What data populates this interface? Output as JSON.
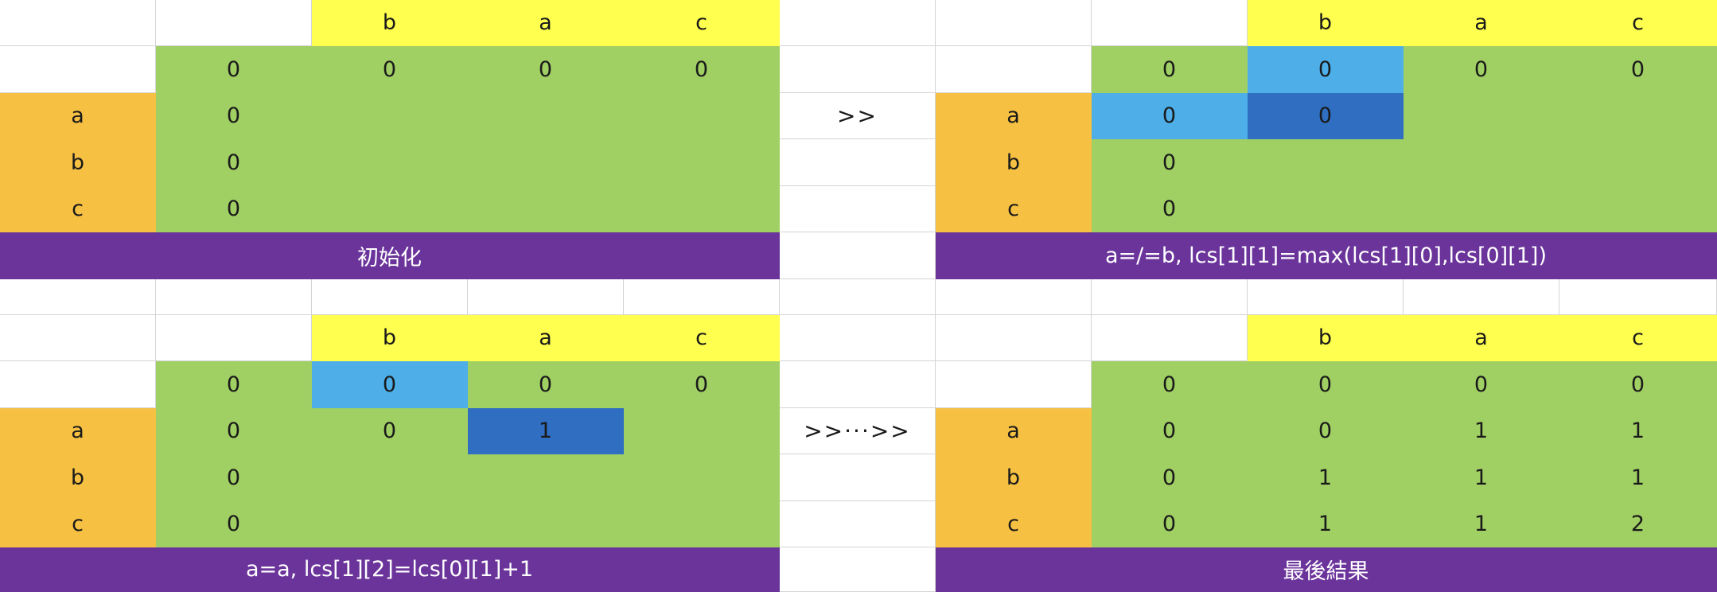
{
  "panels": {
    "top_left": {
      "columns": [
        "b",
        "a",
        "c"
      ],
      "rows": [
        "a",
        "b",
        "c"
      ],
      "zero_row": [
        "0",
        "0",
        "0",
        "0"
      ],
      "row_values": [
        [
          "0",
          "",
          "",
          ""
        ],
        [
          "0",
          "",
          "",
          ""
        ],
        [
          "0",
          "",
          "",
          ""
        ]
      ],
      "caption": "初始化"
    },
    "top_right": {
      "columns": [
        "b",
        "a",
        "c"
      ],
      "rows": [
        "a",
        "b",
        "c"
      ],
      "zero_row": [
        "0",
        "0",
        "0",
        "0"
      ],
      "row_values": [
        [
          "0",
          "0",
          "",
          ""
        ],
        [
          "0",
          "",
          "",
          ""
        ],
        [
          "0",
          "",
          "",
          ""
        ]
      ],
      "caption": "a=/=b, lcs[1][1]=max(lcs[1][0],lcs[0][1])"
    },
    "bottom_left": {
      "columns": [
        "b",
        "a",
        "c"
      ],
      "rows": [
        "a",
        "b",
        "c"
      ],
      "zero_row": [
        "0",
        "0",
        "0",
        "0"
      ],
      "row_values": [
        [
          "0",
          "0",
          "1",
          ""
        ],
        [
          "0",
          "",
          "",
          ""
        ],
        [
          "0",
          "",
          "",
          ""
        ]
      ],
      "caption": "a=a, lcs[1][2]=lcs[0][1]+1"
    },
    "bottom_right": {
      "columns": [
        "b",
        "a",
        "c"
      ],
      "rows": [
        "a",
        "b",
        "c"
      ],
      "zero_row": [
        "0",
        "0",
        "0",
        "0"
      ],
      "row_values": [
        [
          "0",
          "0",
          "1",
          "1"
        ],
        [
          "0",
          "1",
          "1",
          "1"
        ],
        [
          "0",
          "1",
          "1",
          "2"
        ]
      ],
      "caption": "最後結果"
    }
  },
  "arrows": {
    "top": ">>",
    "bottom": ">>···>>"
  },
  "colors": {
    "header_yellow": "#ffff4f",
    "table_green": "#a0cf63",
    "row_label_orange": "#f6c042",
    "highlight_light_blue": "#4daee8",
    "highlight_dark_blue": "#2f6ec0",
    "caption_purple": "#6b349b"
  }
}
